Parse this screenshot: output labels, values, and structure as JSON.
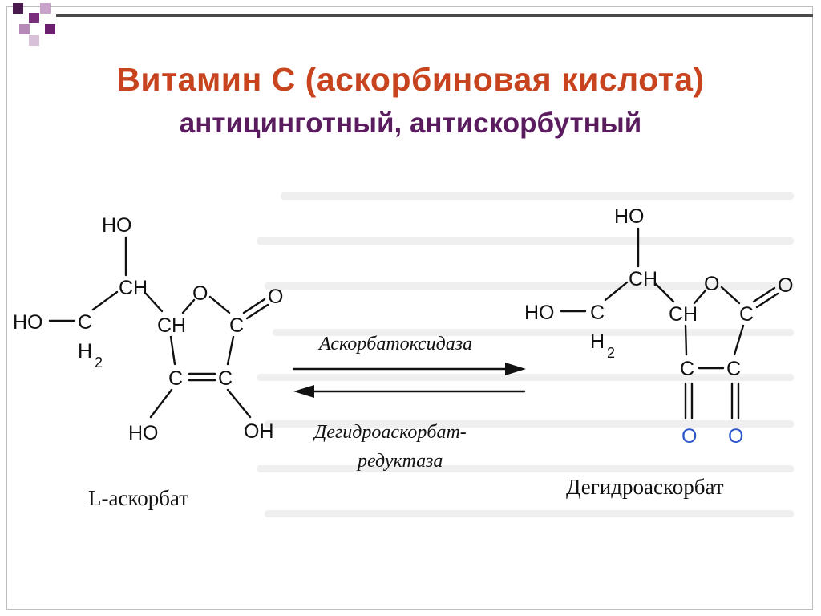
{
  "title": "Витамин С (аскорбиновая кислота)",
  "subtitle": "антицинготный, антискорбутный",
  "colors": {
    "title": "#c8441f",
    "subtitle": "#5a1c5e",
    "accent_squares": "#6b1f6e",
    "ketone_oxygen": "#2c56c9"
  },
  "reaction": {
    "left_compound": {
      "name": "L-аскорбат",
      "atoms": {
        "top_oh": "HO",
        "ch_top": "CH",
        "ho_left": "HO",
        "c_ch2": "C",
        "h": "H",
        "h_sub": "2",
        "ch_ring": "CH",
        "ring_o": "O",
        "c_carbonyl": "C",
        "carbonyl_o": "O",
        "c_left": "C",
        "c_right": "C",
        "oh_left": "HO",
        "oh_right": "OH"
      }
    },
    "right_compound": {
      "name": "Дегидроаскорбат",
      "atoms": {
        "top_oh": "HO",
        "ch_top": "CH",
        "ho_left": "HO",
        "c_ch2": "C",
        "h": "H",
        "h_sub": "2",
        "ch_ring": "CH",
        "ring_o": "O",
        "c_carbonyl": "C",
        "carbonyl_o": "O",
        "c_left": "C",
        "c_right": "C",
        "o_left": "O",
        "o_right": "O"
      }
    },
    "forward_enzyme": "Аскорбатоксидаза",
    "reverse_enzyme_line1": "Дегидроаскорбат-",
    "reverse_enzyme_line2": "редуктаза"
  }
}
